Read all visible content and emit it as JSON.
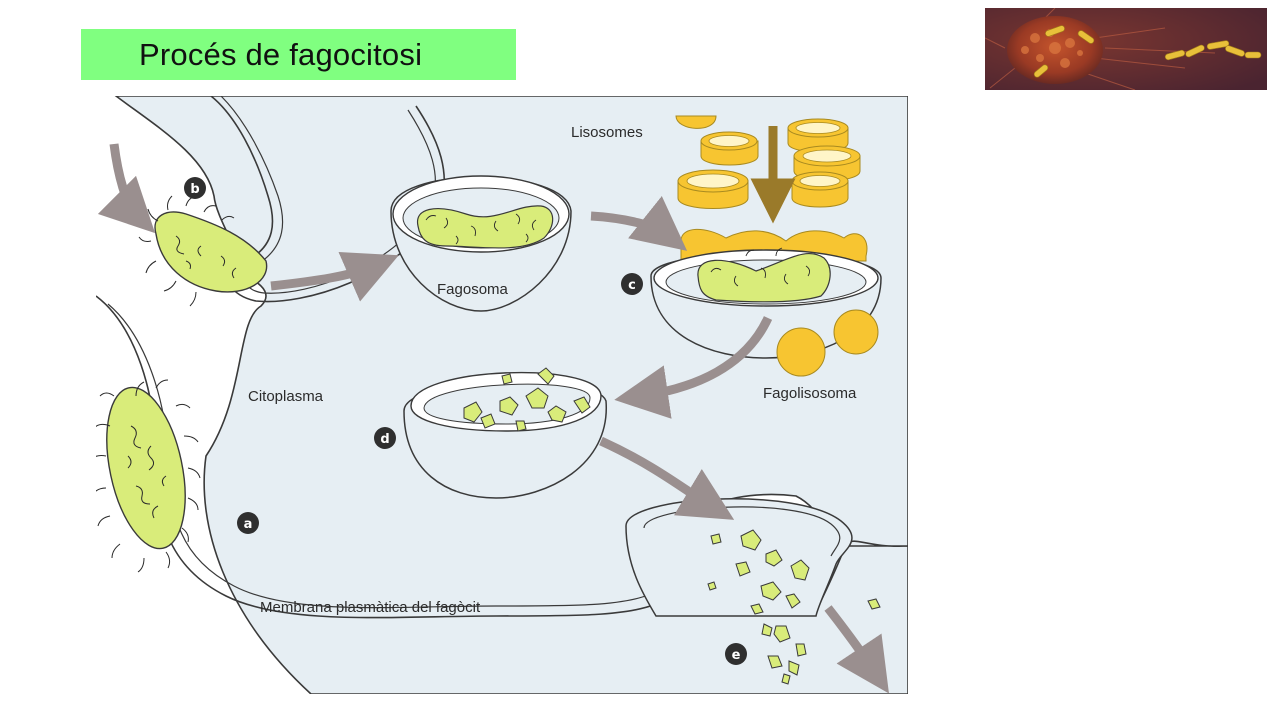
{
  "title": "Procés de fagocitosi",
  "labels": {
    "lisosomes": "Lisosomes",
    "fagosoma": "Fagosoma",
    "fagolisosoma": "Fagolisosoma",
    "citoplasma": "Citoplasma",
    "membrana": "Membrana plasmàtica del fagòcit"
  },
  "steps": [
    "a",
    "b",
    "c",
    "d",
    "e"
  ],
  "colors": {
    "title_bg": "#80ff80",
    "bacterium": "#d9ec7a",
    "lysosome": "#f7c531",
    "cell": "#e6eef3",
    "arrow": "#9a8f8f",
    "lysosome_arrow": "#9a7a2a",
    "badge": "#2f2f2f"
  },
  "thumbnail": {
    "icon": "macrophage-bacteria-micrograph"
  }
}
